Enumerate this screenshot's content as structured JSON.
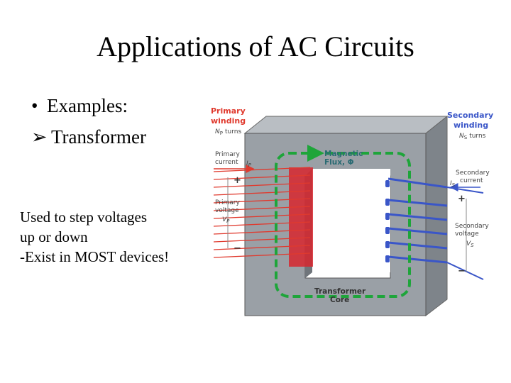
{
  "slide": {
    "title": "Applications of AC Circuits",
    "bullet_1": "Examples:",
    "bullet_2": "Transformer",
    "note_lines": [
      "Used to step voltages",
      "up or down",
      "-Exist in MOST devices!"
    ]
  },
  "diagram": {
    "primary_winding": [
      "Primary",
      "winding"
    ],
    "primary_turns": "N",
    "primary_turns_sub": "P",
    "turns_word": "turns",
    "secondary_winding": [
      "Secondary",
      "winding"
    ],
    "secondary_turns": "N",
    "secondary_turns_sub": "S",
    "magnetic_flux": [
      "Magnetic",
      "Flux, Φ"
    ],
    "primary_current": [
      "Primary",
      "current"
    ],
    "ip": "I",
    "ip_sub": "P",
    "primary_voltage": [
      "Primary",
      "voltage"
    ],
    "vp": "V",
    "vp_sub": "P",
    "secondary_current": [
      "Secondary",
      "current"
    ],
    "is": "I",
    "is_sub": "S",
    "secondary_voltage": [
      "Secondary",
      "voltage"
    ],
    "vs": "V",
    "vs_sub": "S",
    "plus": "+",
    "minus": "−",
    "core_label": [
      "Transformer",
      "Core"
    ]
  },
  "colors": {
    "primary": "#e03a2e",
    "secondary": "#3a56c8",
    "flux": "#1ea53a",
    "core_front": "#9aa0a6",
    "core_side": "#6f757b",
    "label_gray": "#444444"
  }
}
